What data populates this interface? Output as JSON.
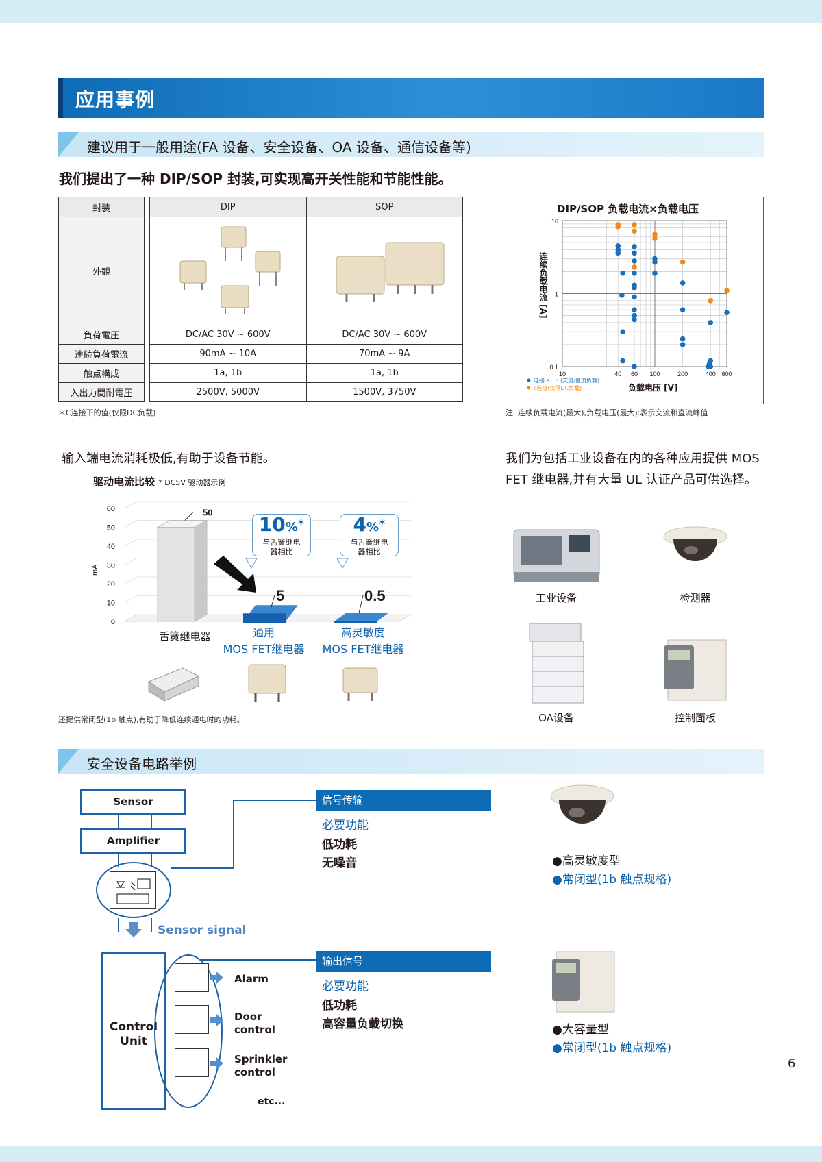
{
  "page": {
    "section_title": "应用事例",
    "subheading_1": "建议用于一般用途(FA 设备、安全设备、OA 设备、通信设备等)",
    "intro": "我们提出了一种 DIP/SOP 封装,可实现高开关性能和节能性能。",
    "subheading_2": "安全设备电路举例",
    "page_number": "6"
  },
  "package_table": {
    "headers": [
      "封装",
      "DIP",
      "SOP"
    ],
    "rows": [
      {
        "label": "外観",
        "dip": "",
        "sop": ""
      },
      {
        "label": "負荷電圧",
        "dip": "DC/AC 30V ~ 600V",
        "sop": "DC/AC 30V ~ 600V"
      },
      {
        "label": "連続負荷電流",
        "dip": "90mA ~ 10A",
        "sop": "70mA ~ 9A"
      },
      {
        "label": "触点構成",
        "dip": "1a, 1b",
        "sop": "1a, 1b"
      },
      {
        "label": "入出力間耐電圧",
        "dip": "2500V, 5000V",
        "sop": "1500V, 3750V"
      }
    ],
    "note": "＊C连接下的值(仅限DC负载)"
  },
  "scatter_note": "注. 连续负载电流(最大),负载电压(最大):表示交流和直流峰值",
  "chart_data": [
    {
      "type": "scatter",
      "title": "DIP/SOP 负载电流×负载电压",
      "xlabel": "负载电压 [V]",
      "ylabel": "连续负载电流 [A]",
      "xscale": "log",
      "yscale": "log",
      "xlim": [
        10,
        600
      ],
      "ylim": [
        0.1,
        10
      ],
      "xticks": [
        "10",
        "40",
        "60",
        "100",
        "200",
        "400",
        "600"
      ],
      "yticks": [
        "10",
        "1",
        "0.1"
      ],
      "grid": true,
      "legend_position": "bottom-left",
      "series": [
        {
          "name": "连接 a、b (交流/直流负载)",
          "color": "#1a6fb8",
          "points": [
            [
              40,
              4.5
            ],
            [
              40,
              4.0
            ],
            [
              40,
              3.6
            ],
            [
              45,
              1.9
            ],
            [
              44,
              0.95
            ],
            [
              45,
              0.3
            ],
            [
              45,
              0.12
            ],
            [
              60,
              4.4
            ],
            [
              60,
              3.6
            ],
            [
              60,
              2.8
            ],
            [
              60,
              1.9
            ],
            [
              60,
              1.3
            ],
            [
              60,
              1.2
            ],
            [
              60,
              0.9
            ],
            [
              60,
              0.6
            ],
            [
              60,
              0.5
            ],
            [
              60,
              0.44
            ],
            [
              60,
              0.1
            ],
            [
              100,
              3.0
            ],
            [
              100,
              2.7
            ],
            [
              100,
              1.9
            ],
            [
              200,
              1.4
            ],
            [
              200,
              0.6
            ],
            [
              200,
              0.24
            ],
            [
              200,
              0.2
            ],
            [
              380,
              0.1
            ],
            [
              390,
              0.11
            ],
            [
              400,
              0.1
            ],
            [
              400,
              0.12
            ],
            [
              400,
              0.4
            ],
            [
              600,
              0.55
            ]
          ]
        },
        {
          "name": "c连接(仅限DC负载)",
          "color": "#ef8a1a",
          "points": [
            [
              40,
              8.8
            ],
            [
              40,
              8.3
            ],
            [
              60,
              8.8
            ],
            [
              60,
              7.2
            ],
            [
              60,
              2.3
            ],
            [
              100,
              6.5
            ],
            [
              100,
              5.7
            ],
            [
              200,
              2.7
            ],
            [
              400,
              0.8
            ],
            [
              600,
              1.1
            ]
          ]
        }
      ]
    },
    {
      "type": "bar",
      "title": "驱动电流比较",
      "subtitle": "* DC5V 驱动器示例",
      "ylabel": "mA",
      "ylim": [
        0,
        60
      ],
      "yticks": [
        "60",
        "50",
        "40",
        "30",
        "20",
        "10",
        "0"
      ],
      "categories": [
        "舌簧继电器",
        "通用 MOS FET继电器",
        "高灵敏度 MOS FET继电器"
      ],
      "values": [
        50,
        5,
        0.5
      ],
      "value_labels": [
        "50",
        "5",
        "0.5"
      ],
      "callouts": [
        {
          "big": "10",
          "unit": "%",
          "mark": "*",
          "text": "与舌簧继电器相比"
        },
        {
          "big": "4",
          "unit": "%",
          "mark": "*",
          "text": "与舌簧继电器相比"
        }
      ]
    }
  ],
  "left_block": {
    "heading": "输入端电流消耗极低,有助于设备节能。",
    "bar_caption_1": "通用",
    "bar_caption_1b": "MOS FET继电器",
    "bar_caption_2": "高灵敏度",
    "bar_caption_2b": "MOS FET继电器",
    "footnote": "还提供常闭型(1b 触点),有助于降低连续通电时的功耗。"
  },
  "right_block": {
    "text": "我们为包括工业设备在内的各种应用提供 MOS FET 继电器,并有大量 UL 认证产品可供选择。",
    "items": [
      "工业设备",
      "检测器",
      "OA设备",
      "控制面板"
    ]
  },
  "circuit": {
    "sensor": "Sensor",
    "amplifier": "Amplifier",
    "sensor_signal": "Sensor signal",
    "control_unit_1": "Control",
    "control_unit_2": "Unit",
    "outputs": [
      "Alarm",
      "Door",
      "control",
      "Sprinkler",
      "control"
    ],
    "etc": "etc...",
    "signal_block": {
      "bar": "信号传输",
      "need": "必要功能",
      "f1": "低功耗",
      "f2": "无噪音"
    },
    "output_block": {
      "bar": "输出信号",
      "need": "必要功能",
      "f1": "低功耗",
      "f2": "高容量负载切换"
    },
    "prod1": {
      "a": "●高灵敏度型",
      "b": "●常闭型(1b 触点规格)"
    },
    "prod2": {
      "a": "●大容量型",
      "b": "●常闭型(1b 触点规格)"
    }
  }
}
